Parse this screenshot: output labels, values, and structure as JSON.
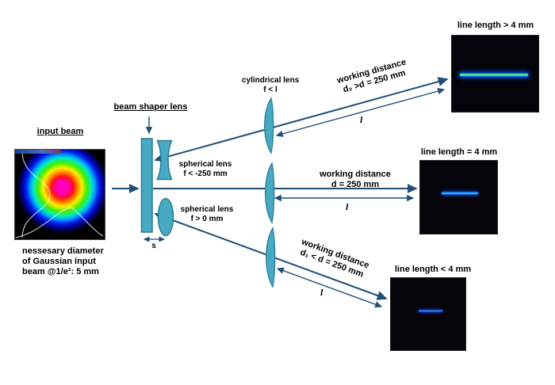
{
  "colors": {
    "lens_fill": "#47aac2",
    "lens_stroke": "#2e7f9a",
    "arrow": "#1f4e79",
    "text": "#000000"
  },
  "input_beam": {
    "title": "input beam",
    "caption_line1": "nessesary diameter",
    "caption_line2": "of Gaussian input",
    "caption_line3": "beam @1/e²: 5 mm"
  },
  "beam_shaper": {
    "title": "beam shaper lens",
    "spacing": "s"
  },
  "lens_labels": {
    "concave_line1": "spherical lens",
    "concave_line2": "f < -250 mm",
    "convex_line1": "spherical lens",
    "convex_line2": "f > 0 mm",
    "cylindrical_line1": "cylindrical lens",
    "cylindrical_line2": "f < l"
  },
  "paths": {
    "top": {
      "wd_line1": "working distance",
      "wd_line2": "d₂ >d = 250 mm",
      "length_symbol": "l",
      "result_title": "line length > 4 mm"
    },
    "middle": {
      "wd_line1": "working distance",
      "wd_line2": "d = 250 mm",
      "length_symbol": "l",
      "result_title": "line length = 4 mm"
    },
    "bottom": {
      "wd_line1": "working distance",
      "wd_line2": "d₁ < d = 250 mm",
      "length_symbol": "l",
      "result_title": "line length < 4 mm"
    }
  }
}
